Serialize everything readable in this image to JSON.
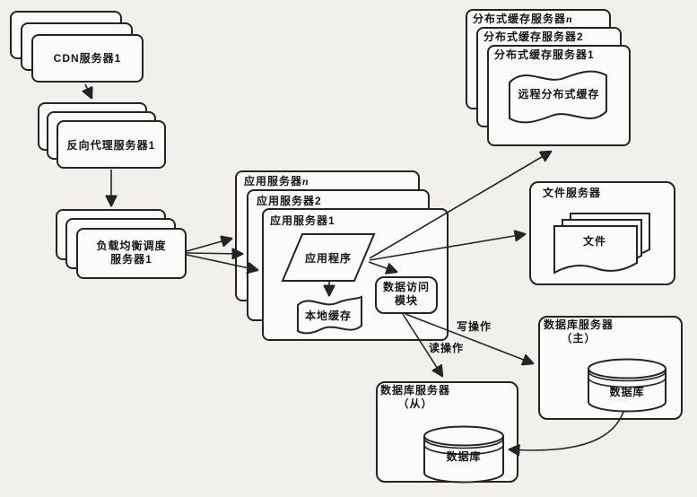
{
  "colors": {
    "page_bg": "#f1f0ed",
    "box_fill": "#fbfbf9",
    "line": "#242424"
  },
  "nodes": {
    "cdn": {
      "label": "CDN服务器1"
    },
    "reverse_proxy": {
      "label": "反向代理服务器1"
    },
    "load_balancer": {
      "line1": "负载均衡调度",
      "line2": "服务器1"
    },
    "app_stack": {
      "back_prefix": "应用服务器",
      "back_suffix": "n",
      "mid": "应用服务器2",
      "front": "应用服务器1"
    },
    "app_program": {
      "label": "应用程序"
    },
    "local_cache": {
      "label": "本地缓存"
    },
    "data_access": {
      "line1": "数据访问",
      "line2": "模块"
    },
    "cache_stack": {
      "back_prefix": "分布式缓存服务器",
      "back_suffix": "n",
      "mid": "分布式缓存服务器2",
      "front": "分布式缓存服务器1"
    },
    "remote_cache": {
      "label": "远程分布式缓存"
    },
    "file_server": {
      "label": "文件服务器",
      "file": "文件"
    },
    "db_master": {
      "line1": "数据库服务器",
      "line2": "（主）",
      "db": "数据库"
    },
    "db_slave": {
      "line1": "数据库服务器",
      "line2": "（从）",
      "db": "数据库"
    }
  },
  "edge_labels": {
    "write": "写操作",
    "read": "读操作"
  }
}
